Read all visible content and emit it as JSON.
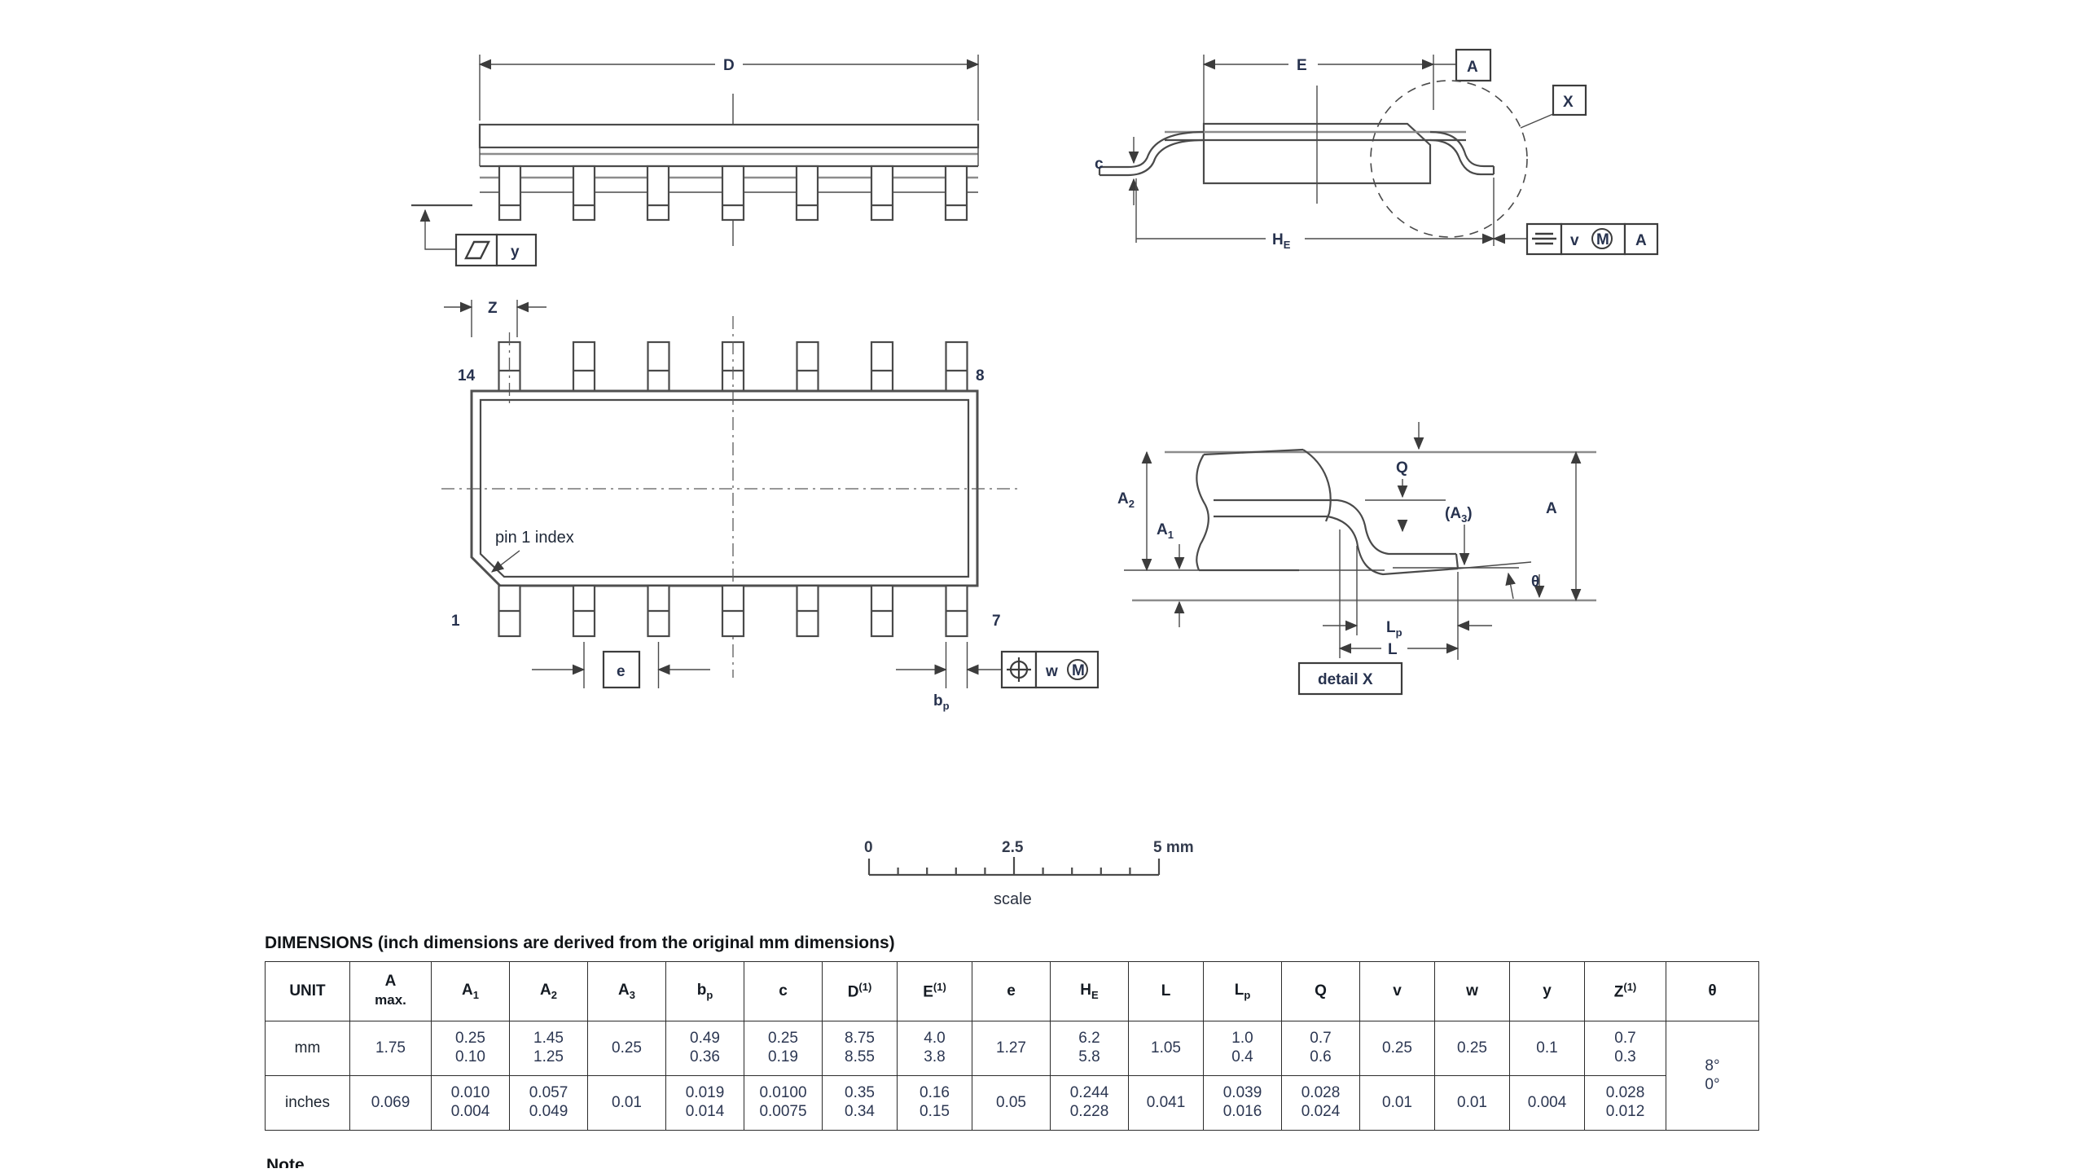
{
  "side_view": {
    "dim_d": "D",
    "datum_y": "y"
  },
  "end_view": {
    "dim_e": "E",
    "datum_a": "A",
    "detail_marker": "X",
    "dim_he_main": "H",
    "dim_he_sub": "E",
    "dim_c": "c",
    "fcf_tol": "v",
    "fcf_mod": "M",
    "fcf_datum": "A"
  },
  "top_view": {
    "dim_z": "Z",
    "pin14": "14",
    "pin8": "8",
    "pin1": "1",
    "pin7": "7",
    "pin1_index": "pin 1 index",
    "dim_e": "e",
    "dim_bp_main": "b",
    "dim_bp_sub": "p",
    "fcf_tol": "w",
    "fcf_mod": "M"
  },
  "detail_x": {
    "a2_main": "A",
    "a2_sub": "2",
    "a1_main": "A",
    "a1_sub": "1",
    "q": "Q",
    "a3_open": "(A",
    "a3_sub": "3",
    "a3_close": ")",
    "a": "A",
    "theta": "θ",
    "lp_main": "L",
    "lp_sub": "p",
    "l": "L",
    "caption": "detail X"
  },
  "scale_bar": {
    "t0": "0",
    "t25": "2.5",
    "t5": "5 mm",
    "caption": "scale"
  },
  "table": {
    "heading": "DIMENSIONS (inch dimensions are derived from the original mm dimensions)",
    "columns": [
      {
        "main": "UNIT"
      },
      {
        "main": "A",
        "line2": "max."
      },
      {
        "main": "A",
        "sub": "1"
      },
      {
        "main": "A",
        "sub": "2"
      },
      {
        "main": "A",
        "sub": "3"
      },
      {
        "main": "b",
        "sub": "p"
      },
      {
        "main": "c"
      },
      {
        "main": "D",
        "sup": "(1)"
      },
      {
        "main": "E",
        "sup": "(1)"
      },
      {
        "main": "e"
      },
      {
        "main": "H",
        "sub": "E"
      },
      {
        "main": "L"
      },
      {
        "main": "L",
        "sub": "p"
      },
      {
        "main": "Q"
      },
      {
        "main": "v"
      },
      {
        "main": "w"
      },
      {
        "main": "y"
      },
      {
        "main": "Z",
        "sup": "(1)"
      },
      {
        "main": "θ"
      }
    ],
    "rows": [
      {
        "unit": "mm",
        "values": [
          "1.75",
          "0.25\n0.10",
          "1.45\n1.25",
          "0.25",
          "0.49\n0.36",
          "0.25\n0.19",
          "8.75\n8.55",
          "4.0\n3.8",
          "1.27",
          "6.2\n5.8",
          "1.05",
          "1.0\n0.4",
          "0.7\n0.6",
          "0.25",
          "0.25",
          "0.1",
          "0.7\n0.3"
        ]
      },
      {
        "unit": "inches",
        "values": [
          "0.069",
          "0.010\n0.004",
          "0.057\n0.049",
          "0.01",
          "0.019\n0.014",
          "0.0100\n0.0075",
          "0.35\n0.34",
          "0.16\n0.15",
          "0.05",
          "0.244\n0.228",
          "0.041",
          "0.039\n0.016",
          "0.028\n0.024",
          "0.01",
          "0.01",
          "0.004",
          "0.028\n0.012"
        ]
      }
    ],
    "theta_span": "8°\n0°"
  },
  "note_label": "Note"
}
